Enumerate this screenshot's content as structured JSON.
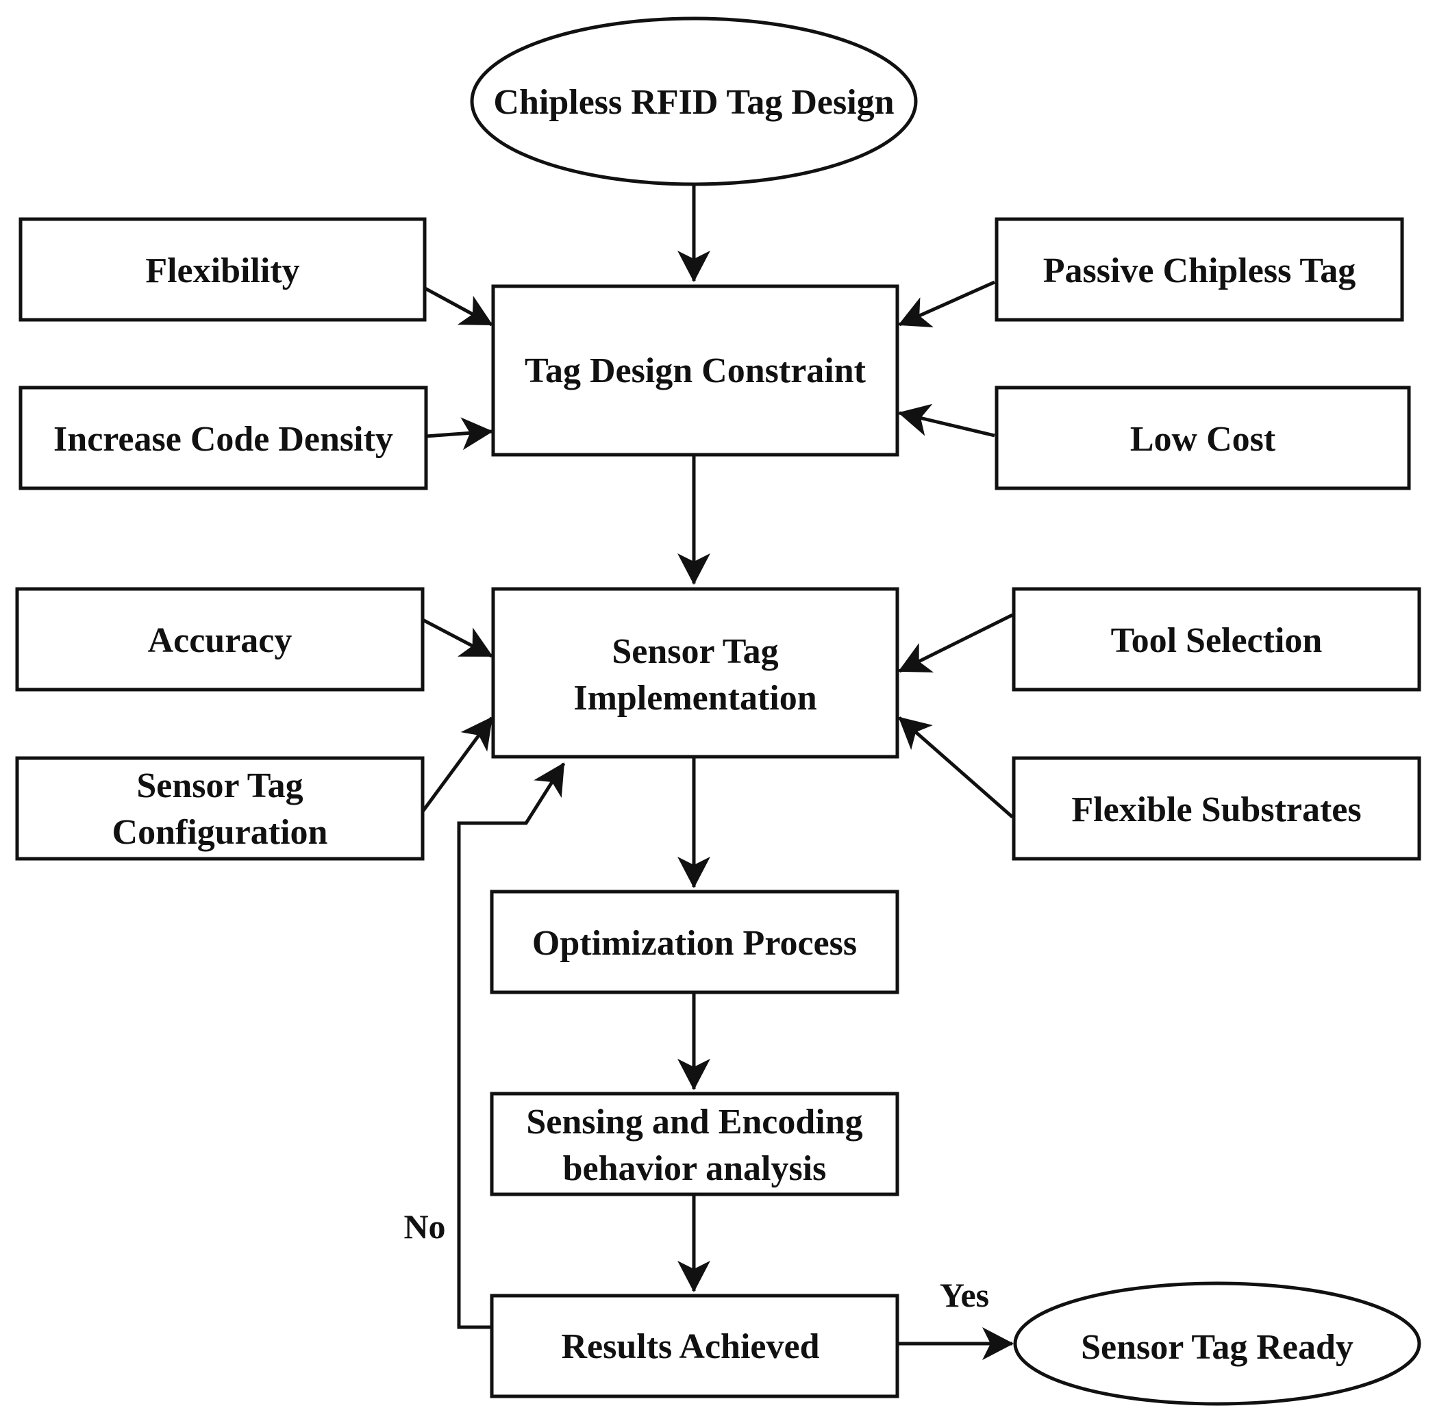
{
  "nodes": {
    "start": "Chipless RFID Tag Design",
    "flexibility": "Flexibility",
    "passive_chipless_tag": "Passive Chipless Tag",
    "tag_design_constraint": "Tag Design Constraint",
    "increase_code_density": "Increase Code Density",
    "low_cost": "Low Cost",
    "accuracy": "Accuracy",
    "tool_selection": "Tool Selection",
    "sensor_tag_implementation": [
      "Sensor Tag",
      "Implementation"
    ],
    "sensor_tag_configuration": [
      "Sensor Tag",
      "Configuration"
    ],
    "flexible_substrates": "Flexible Substrates",
    "optimization_process": "Optimization Process",
    "sensing_encoding_analysis": [
      "Sensing and Encoding",
      "behavior analysis"
    ],
    "results_achieved": "Results Achieved",
    "sensor_tag_ready": "Sensor Tag Ready"
  },
  "edge_labels": {
    "no": "No",
    "yes": "Yes"
  }
}
